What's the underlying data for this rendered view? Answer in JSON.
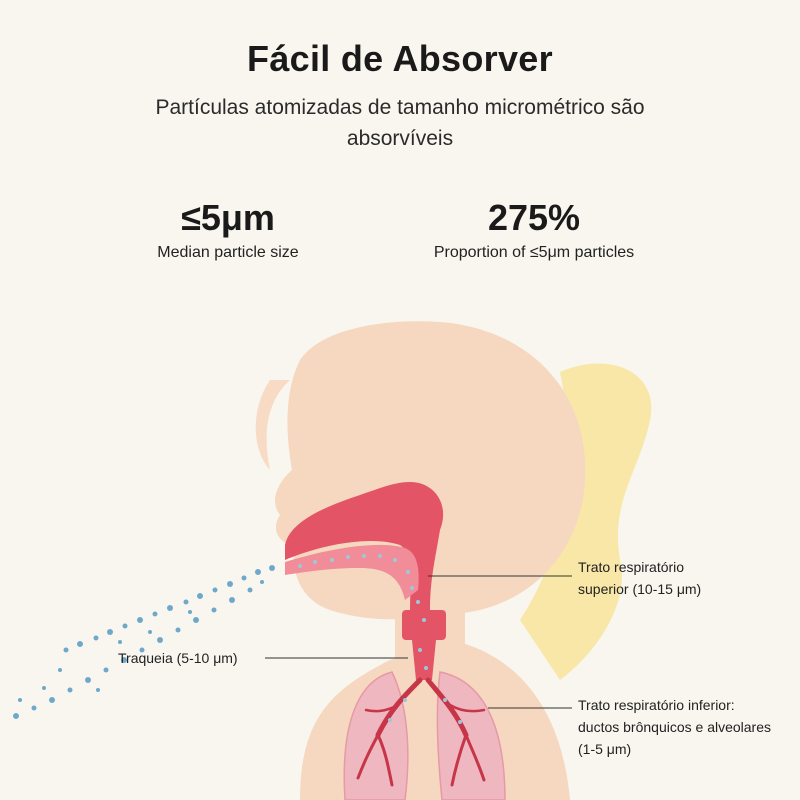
{
  "header": {
    "title": "Fácil de Absorver",
    "subtitle": "Partículas atomizadas de tamanho micrométrico são absorvíveis"
  },
  "stats": [
    {
      "value": "≤5μm",
      "label": "Median particle size"
    },
    {
      "value": "275%",
      "label": "Proportion of ≤5μm particles"
    }
  ],
  "annotations": {
    "upper": "Trato respiratório superior (10-15 μm)",
    "trachea": "Traqueia (5-10 μm)",
    "lower": "Trato respiratório inferior: ductos brônquicos e alveolares (1-5 μm)"
  },
  "colors": {
    "background": "#f8f6ee",
    "skin": "#f6d8c0",
    "hair": "#f8e49a",
    "airway": "#e35566",
    "lungs": "#efb7bf",
    "particles": "#6fa9c9"
  }
}
